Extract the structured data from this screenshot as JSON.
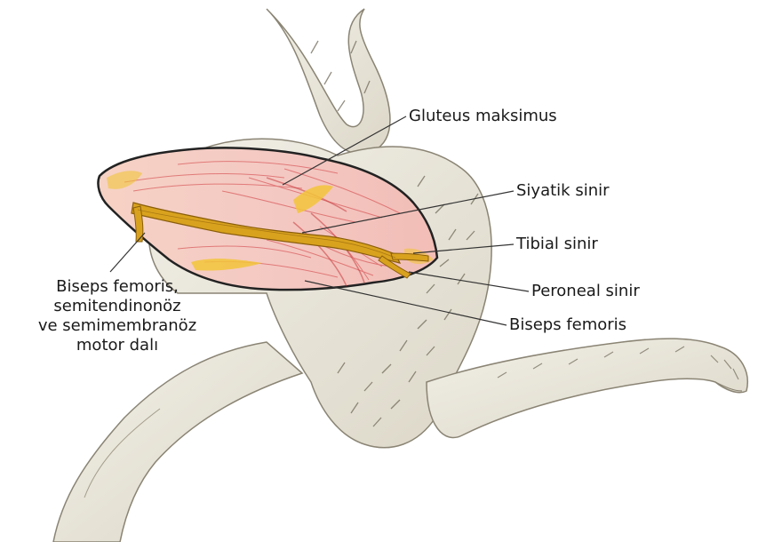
{
  "labels": {
    "gluteus": "Gluteus maksimus",
    "siyatik": "Siyatik sinir",
    "tibial": "Tibial sinir",
    "peroneal": "Peroneal sinir",
    "biseps": "Biseps femoris",
    "motor": [
      "Biseps femoris,",
      "semitendinonöz",
      "ve semimembranöz",
      "motor dalı"
    ]
  },
  "colors": {
    "fur": "#e9e6dc",
    "fur_stroke": "#8a8474",
    "muscle": "#f3c7bf",
    "muscle_fiber": "#d8585a",
    "nerve": "#d9a21e",
    "nerve_dark": "#8a5e0a",
    "fat": "#f2c43a",
    "leader": "#333333"
  }
}
